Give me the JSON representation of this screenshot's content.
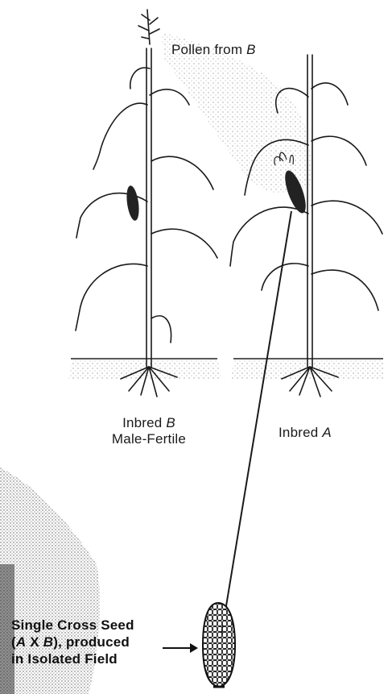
{
  "pollen_label": {
    "prefix": "Pollen from ",
    "var": "B"
  },
  "plant_b_label": {
    "line1_prefix": "Inbred ",
    "line1_var": "B",
    "line2": "Male-Fertile"
  },
  "plant_a_label": {
    "prefix": "Inbred ",
    "var": "A"
  },
  "seed_label": {
    "line1": "Single Cross Seed",
    "line2_open": "(",
    "line2_a": "A",
    "line2_x": " X ",
    "line2_b": "B",
    "line2_close": "), produced",
    "line3": "in Isolated Field"
  },
  "colors": {
    "ink": "#1a1a1a",
    "paper": "#ffffff",
    "shade": "#8a8a8a"
  }
}
